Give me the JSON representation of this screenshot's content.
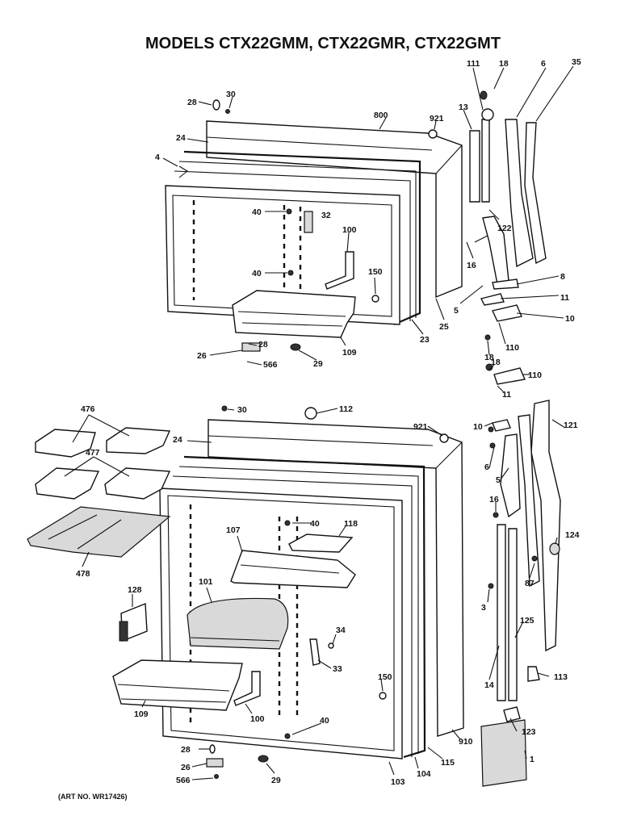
{
  "title": "MODELS CTX22GMM, CTX22GMR, CTX22GMT",
  "art_number": "(ART NO. WR17426)",
  "callouts": [
    "28",
    "30",
    "800",
    "921",
    "13",
    "111",
    "18",
    "6",
    "35",
    "24",
    "4",
    "40",
    "32",
    "100",
    "40",
    "150",
    "23",
    "25",
    "122",
    "16",
    "5",
    "8",
    "11",
    "10",
    "28",
    "26",
    "566",
    "109",
    "29",
    "110",
    "18",
    "18",
    "110",
    "11",
    "30",
    "112",
    "921",
    "476",
    "24",
    "477",
    "10",
    "121",
    "6",
    "5",
    "16",
    "40",
    "118",
    "107",
    "478",
    "124",
    "128",
    "101",
    "87",
    "3",
    "34",
    "125",
    "33",
    "150",
    "113",
    "14",
    "109",
    "100",
    "40",
    "123",
    "28",
    "910",
    "26",
    "566",
    "29",
    "103",
    "104",
    "115",
    "1"
  ],
  "parts": {
    "freezer_door": "freezer-door",
    "fresh_food_door": "fresh-food-door"
  }
}
